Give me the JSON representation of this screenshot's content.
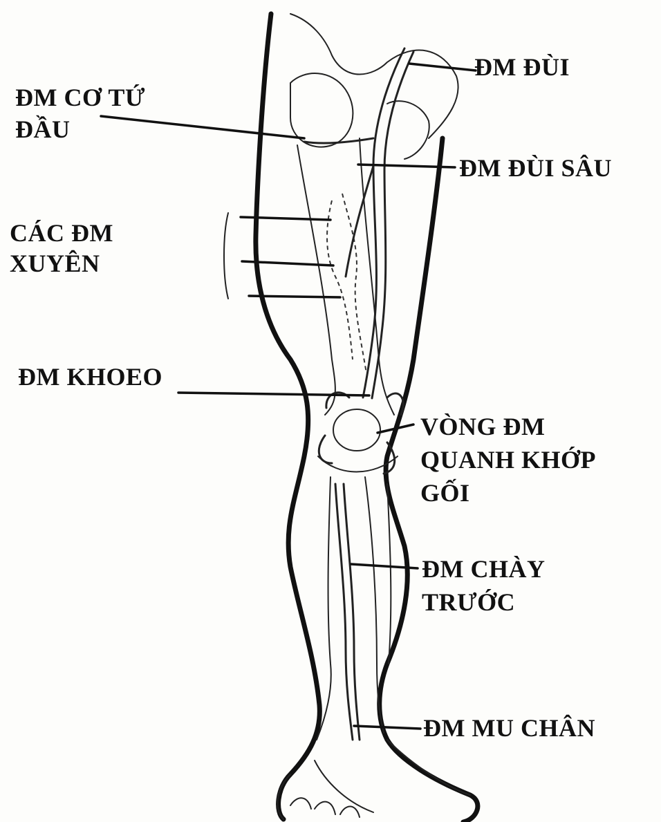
{
  "labels": {
    "dm_dui": "ĐM ĐÙI",
    "dm_co_tu_dau_1": "ĐM CƠ TỨ",
    "dm_co_tu_dau_2": "ĐẦU",
    "dm_dui_sau": "ĐM ĐÙI SÂU",
    "cac_dm_xuyen_1": "CÁC ĐM",
    "cac_dm_xuyen_2": "XUYÊN",
    "dm_khoeo": "ĐM KHOEO",
    "vong_dm_1": "VÒNG ĐM",
    "vong_dm_2": "QUANH KHỚP",
    "vong_dm_3": "GỐI",
    "dm_chay_truoc_1": "ĐM CHÀY",
    "dm_chay_truoc_2": "TRƯỚC",
    "dm_mu_chan": "ĐM MU CHÂN"
  }
}
